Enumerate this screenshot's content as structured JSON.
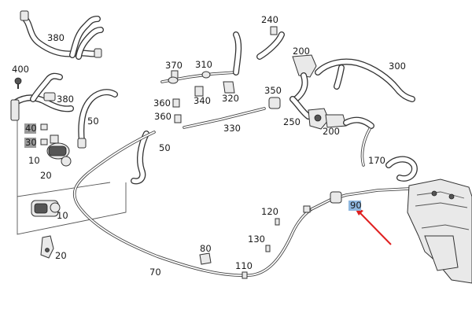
{
  "diagram": {
    "labels": [
      {
        "id": "380a",
        "text": "380"
      },
      {
        "id": "400",
        "text": "400"
      },
      {
        "id": "380b",
        "text": "380"
      },
      {
        "id": "50a",
        "text": "50"
      },
      {
        "id": "40",
        "text": "40"
      },
      {
        "id": "30",
        "text": "30"
      },
      {
        "id": "10a",
        "text": "10"
      },
      {
        "id": "20a",
        "text": "20"
      },
      {
        "id": "10b",
        "text": "10"
      },
      {
        "id": "20b",
        "text": "20"
      },
      {
        "id": "370",
        "text": "370"
      },
      {
        "id": "310",
        "text": "310"
      },
      {
        "id": "240",
        "text": "240"
      },
      {
        "id": "200a",
        "text": "200"
      },
      {
        "id": "300",
        "text": "300"
      },
      {
        "id": "360a",
        "text": "360"
      },
      {
        "id": "340",
        "text": "340"
      },
      {
        "id": "320",
        "text": "320"
      },
      {
        "id": "350",
        "text": "350"
      },
      {
        "id": "360b",
        "text": "360"
      },
      {
        "id": "330",
        "text": "330"
      },
      {
        "id": "250",
        "text": "250"
      },
      {
        "id": "200b",
        "text": "200"
      },
      {
        "id": "50b",
        "text": "50"
      },
      {
        "id": "170",
        "text": "170"
      },
      {
        "id": "90",
        "text": "90"
      },
      {
        "id": "120",
        "text": "120"
      },
      {
        "id": "130",
        "text": "130"
      },
      {
        "id": "80",
        "text": "80"
      },
      {
        "id": "110",
        "text": "110"
      },
      {
        "id": "70",
        "text": "70"
      }
    ],
    "highlight_color": "#8fb8e0",
    "gray_label_color": "#9a9a9a",
    "arrow_color": "#e02020"
  }
}
